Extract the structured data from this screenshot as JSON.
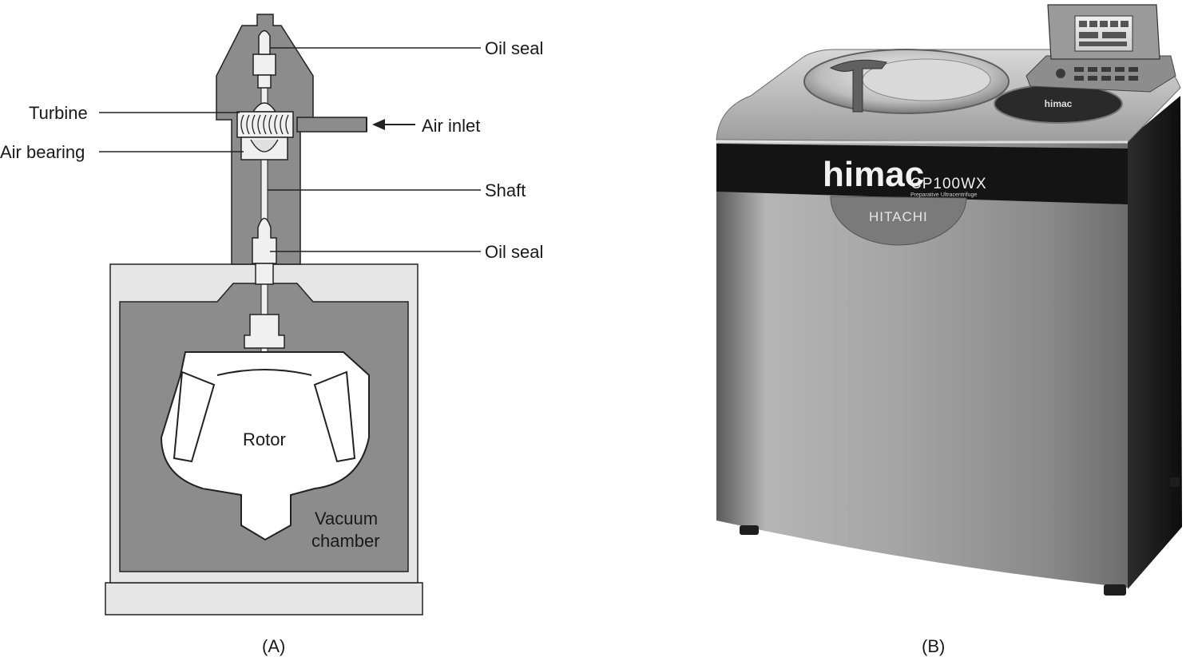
{
  "panel_a": {
    "caption": "(A)",
    "labels": {
      "oil_seal_top": "Oil seal",
      "turbine": "Turbine",
      "air_inlet": "Air inlet",
      "air_bearing": "Air bearing",
      "shaft": "Shaft",
      "oil_seal_bottom": "Oil seal",
      "rotor": "Rotor",
      "vacuum": "Vacuum",
      "chamber": "chamber"
    },
    "colors": {
      "housing": "#8c8c8c",
      "light": "#e6e6e6",
      "outline": "#222222"
    }
  },
  "panel_b": {
    "caption": "(B)",
    "brand": "himac",
    "model": "CP100WX",
    "model_subtitle": "Preparative Ultracentrifuge",
    "maker": "HITACHI",
    "lid_logo": "himac"
  }
}
